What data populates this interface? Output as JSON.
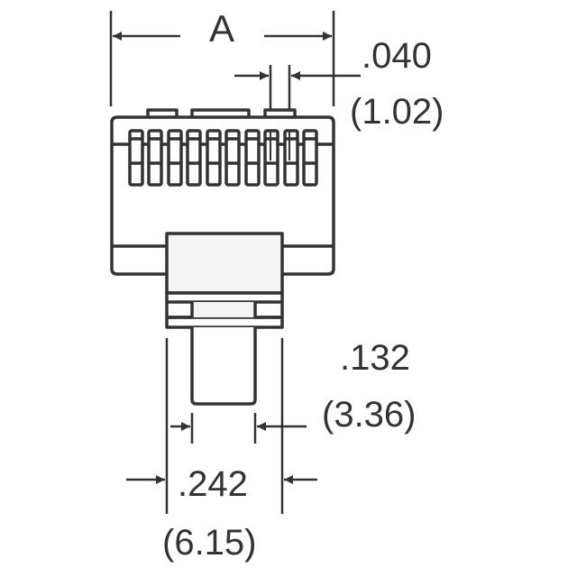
{
  "drawing": {
    "title": "Modular connector outline drawing",
    "line_color": "#333333",
    "fill_color": "#f4f4f4",
    "pin_count": 10
  },
  "dimensions": {
    "width_A": {
      "label": "A"
    },
    "pin_pitch": {
      "inch": ".040",
      "mm": "(1.02)"
    },
    "tail_width": {
      "inch": ".132",
      "mm": "(3.36)"
    },
    "boss_width": {
      "inch": ".242",
      "mm": "(6.15)"
    }
  }
}
